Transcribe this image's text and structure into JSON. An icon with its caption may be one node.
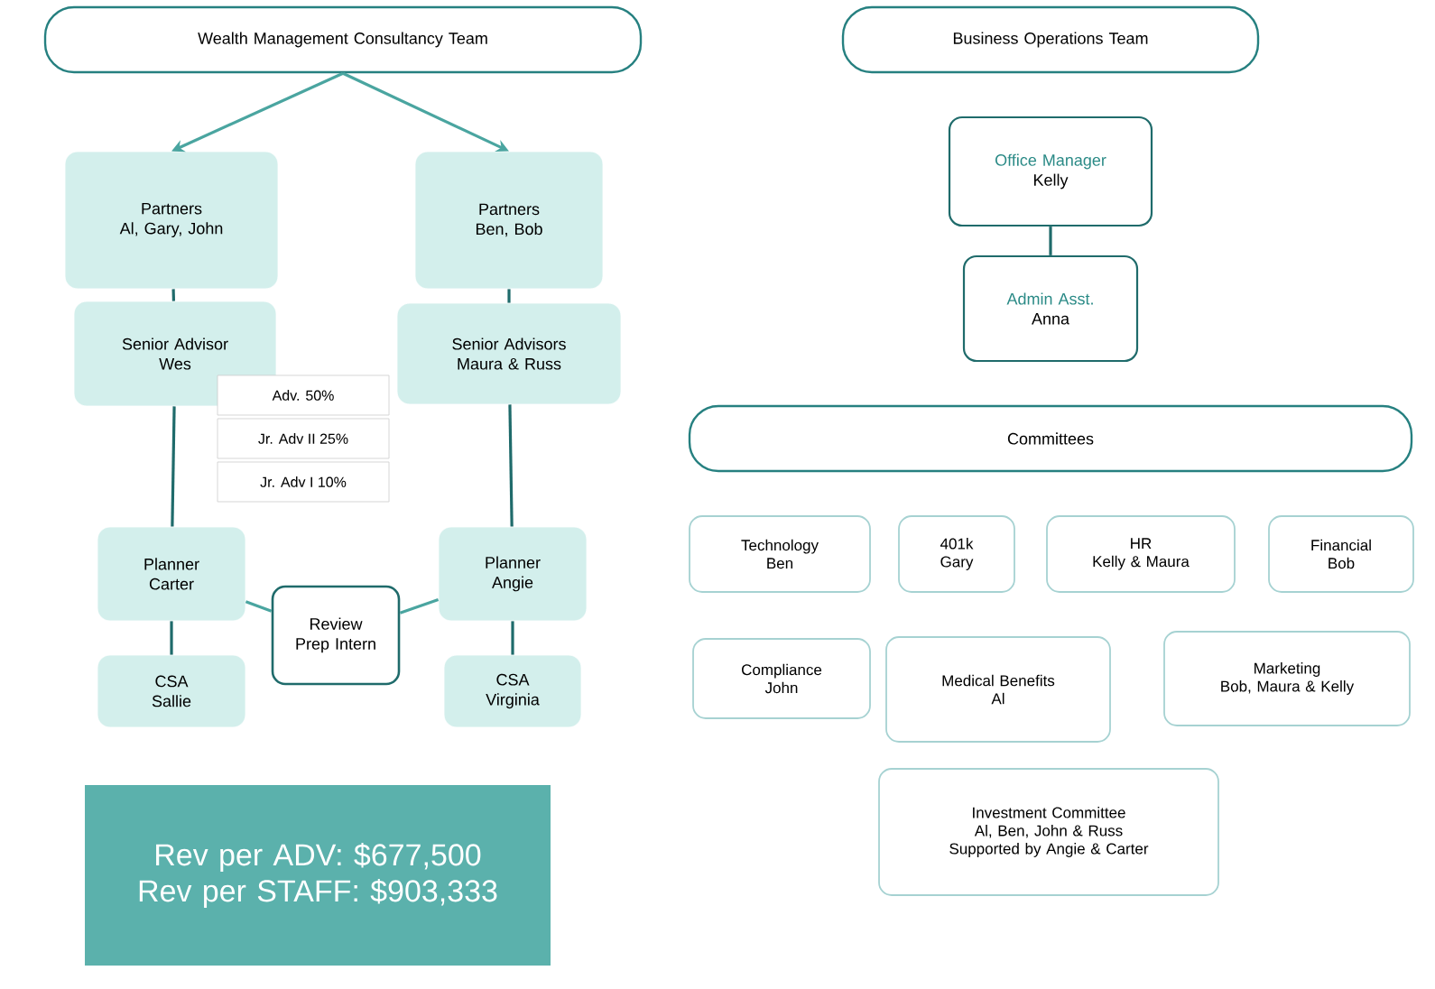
{
  "diagram": {
    "nodes": [
      {
        "text": [
          "Wealth Management Consultancy Team"
        ]
      },
      {
        "text": [
          "Partners",
          "Al, Gary, John"
        ]
      },
      {
        "text": [
          "Partners",
          "Ben, Bob"
        ]
      },
      {
        "text": [
          "Senior Advisor",
          "Wes"
        ]
      },
      {
        "text": [
          "Senior Advisors",
          "Maura & Russ"
        ]
      },
      {
        "text": [
          "Planner",
          "Carter"
        ]
      },
      {
        "text": [
          "Review Prep Intern"
        ]
      },
      {
        "text": [
          "Planner",
          "Angie"
        ]
      },
      {
        "text": [
          "CSA",
          "Sallie"
        ]
      },
      {
        "text": [
          "CSA",
          "Virginia"
        ]
      },
      {
        "text": [
          "Rev per ADV: $677,500",
          "Rev per STAFF: $903,333"
        ]
      },
      {
        "text": [
          "Business Operations Team"
        ]
      },
      {
        "text": [
          "Office Manager",
          "Kelly"
        ]
      },
      {
        "text": [
          "Admin Asst.",
          "Anna"
        ]
      },
      {
        "text": [
          "Committees"
        ]
      },
      {
        "text": [
          "Technology",
          "Ben"
        ]
      },
      {
        "text": [
          "401k",
          "Gary"
        ]
      },
      {
        "text": [
          "HR",
          "Kelly & Maura"
        ]
      },
      {
        "text": [
          "Financial",
          "Bob"
        ]
      },
      {
        "text": [
          "Compliance",
          "John"
        ]
      },
      {
        "text": [
          "Medical Benefits",
          "Al"
        ]
      },
      {
        "text": [
          "Marketing",
          "Bob, Maura & Kelly"
        ]
      },
      {
        "text": [
          "Investment Committee",
          "Al, Ben, John & Russ",
          "Supported by Angie & Carter"
        ]
      }
    ],
    "edges": [
      {
        "from": 0,
        "to": 1,
        "arrow": "to",
        "color": "#4aa5a0"
      },
      {
        "from": 0,
        "to": 2,
        "arrow": "to",
        "color": "#4aa5a0"
      },
      {
        "from": 1,
        "to": 3,
        "arrow": "none"
      },
      {
        "from": 2,
        "to": 4,
        "arrow": "none"
      },
      {
        "from": 3,
        "to": 5,
        "arrow": "none"
      },
      {
        "from": 4,
        "to": 7,
        "arrow": "none"
      },
      {
        "from": 5,
        "to": 8,
        "arrow": "none"
      },
      {
        "from": 7,
        "to": 9,
        "arrow": "none"
      },
      {
        "from": 5,
        "to": 6,
        "arrow": "none",
        "color": "#4aa5a0"
      },
      {
        "from": 7,
        "to": 6,
        "arrow": "none",
        "color": "#4aa5a0"
      },
      {
        "from": 12,
        "to": 13,
        "arrow": "none"
      }
    ],
    "labels": [
      "Adv. 50%",
      "Jr. Adv II 25%",
      "Jr. Adv I 10%"
    ]
  }
}
